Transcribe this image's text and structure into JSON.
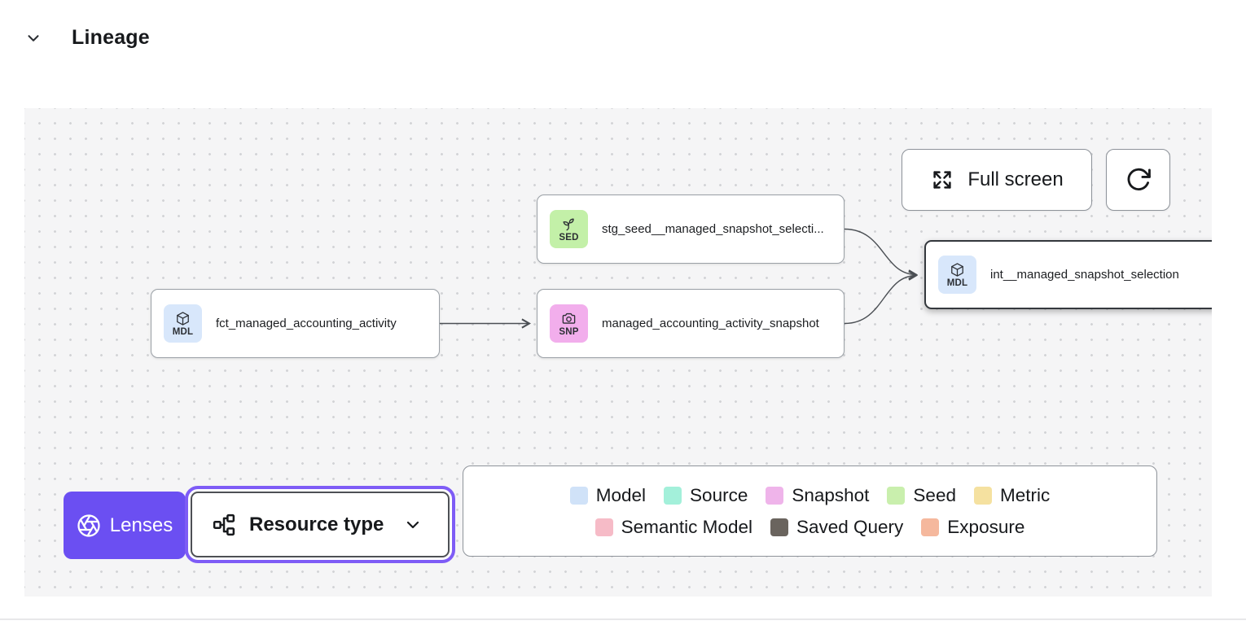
{
  "header": {
    "title": "Lineage"
  },
  "toolbar": {
    "full_screen_label": "Full screen"
  },
  "graph": {
    "nodes": [
      {
        "label": "stg_seed__managed_snapshot_selecti...",
        "badge": "SED",
        "type": "seed",
        "badge_color": "#c3f0a8",
        "selected": false
      },
      {
        "label": "fct_managed_accounting_activity",
        "badge": "MDL",
        "type": "model",
        "badge_color": "#d8e7fb",
        "selected": false
      },
      {
        "label": "managed_accounting_activity_snapshot",
        "badge": "SNP",
        "type": "snapshot",
        "badge_color": "#f2aeec",
        "selected": false
      },
      {
        "label": "int__managed_snapshot_selection",
        "badge": "MDL",
        "type": "model",
        "badge_color": "#d8e7fb",
        "selected": true
      }
    ],
    "edges": [
      {
        "from": "fct_managed_accounting_activity",
        "to": "managed_accounting_activity_snapshot"
      },
      {
        "from": "stg_seed__managed_snapshot_selecti...",
        "to": "int__managed_snapshot_selection"
      },
      {
        "from": "managed_accounting_activity_snapshot",
        "to": "int__managed_snapshot_selection"
      }
    ]
  },
  "controls": {
    "lenses_label": "Lenses",
    "lenses_color": "#6b4ff2",
    "resource_type_label": "Resource type"
  },
  "legend": {
    "rows": [
      [
        {
          "label": "Model",
          "color": "#d0e2f8"
        },
        {
          "label": "Source",
          "color": "#a3f0da"
        },
        {
          "label": "Snapshot",
          "color": "#efb4ea"
        },
        {
          "label": "Seed",
          "color": "#c9efad"
        },
        {
          "label": "Metric",
          "color": "#f5e1a0"
        }
      ],
      [
        {
          "label": "Semantic Model",
          "color": "#f6bbc7"
        },
        {
          "label": "Saved Query",
          "color": "#6a645e"
        },
        {
          "label": "Exposure",
          "color": "#f5b89d"
        }
      ]
    ]
  }
}
